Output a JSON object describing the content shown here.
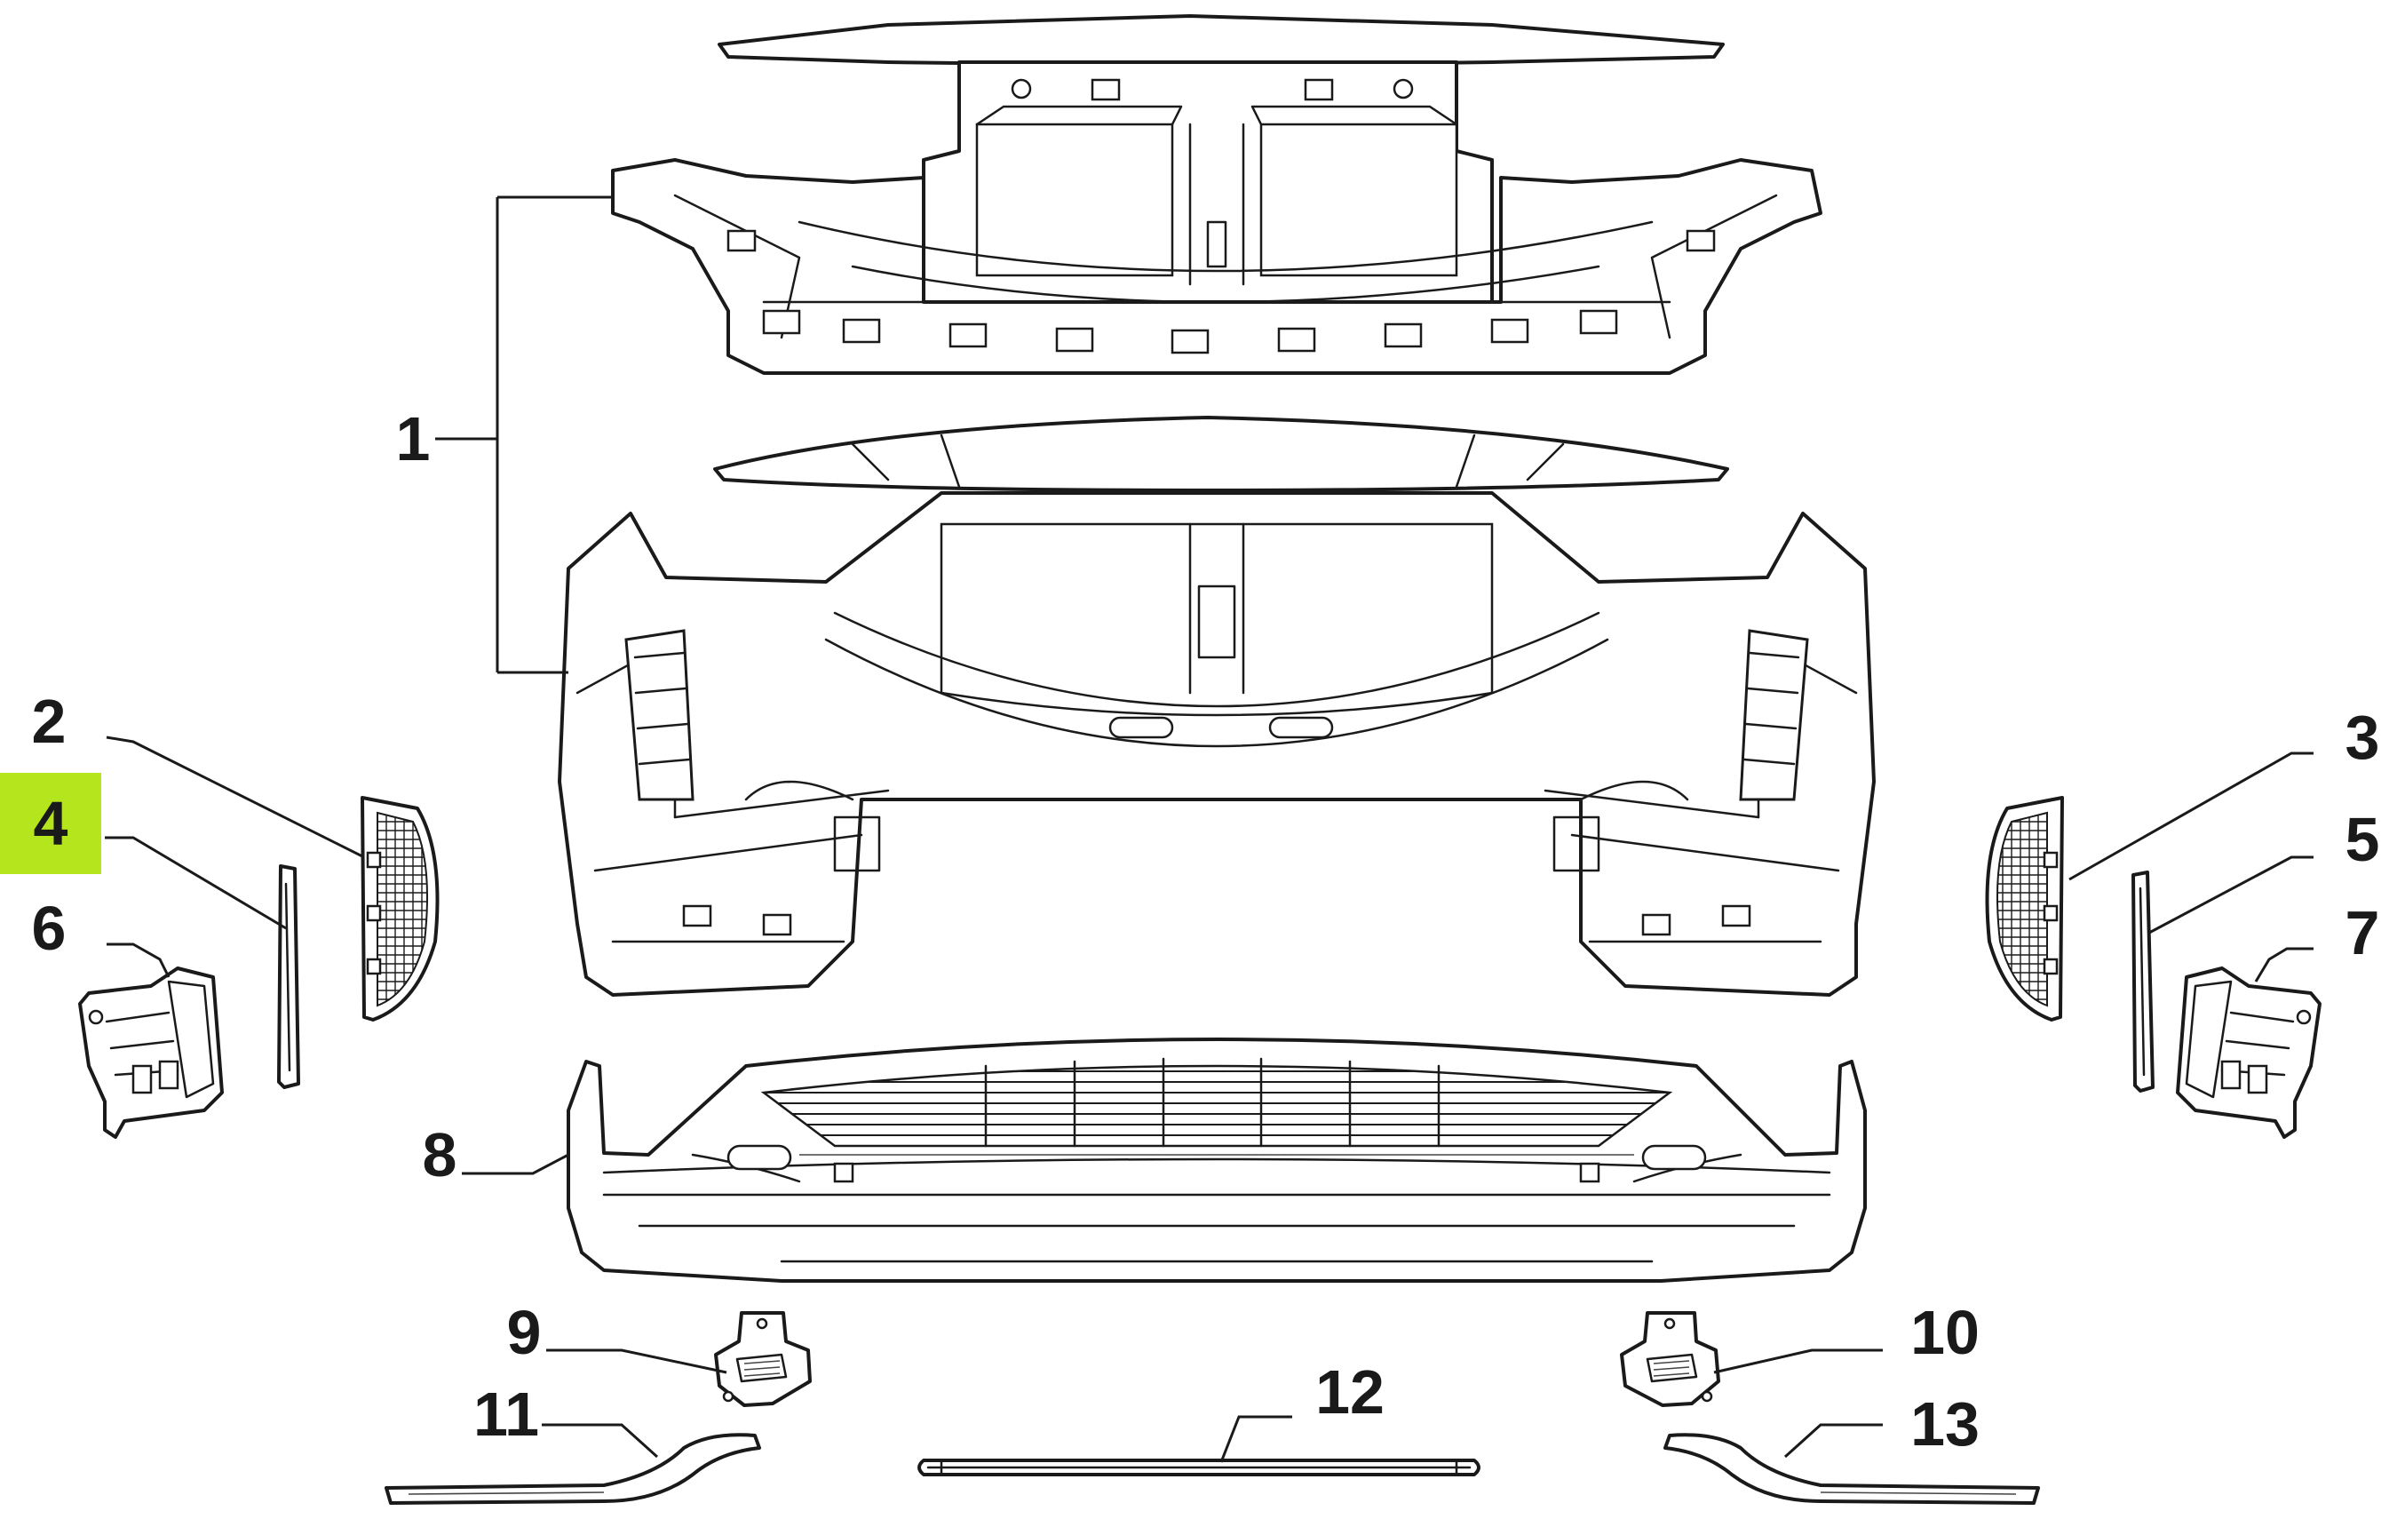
{
  "callouts": [
    {
      "id": "1",
      "label": "1"
    },
    {
      "id": "2",
      "label": "2"
    },
    {
      "id": "3",
      "label": "3"
    },
    {
      "id": "4",
      "label": "4",
      "highlighted": true
    },
    {
      "id": "5",
      "label": "5"
    },
    {
      "id": "6",
      "label": "6"
    },
    {
      "id": "7",
      "label": "7"
    },
    {
      "id": "8",
      "label": "8"
    },
    {
      "id": "9",
      "label": "9"
    },
    {
      "id": "10",
      "label": "10"
    },
    {
      "id": "11",
      "label": "11"
    },
    {
      "id": "12",
      "label": "12"
    },
    {
      "id": "13",
      "label": "13"
    }
  ],
  "colors": {
    "line": "#1a1a1a",
    "highlight": "#b5e61d",
    "background": "#ffffff"
  }
}
